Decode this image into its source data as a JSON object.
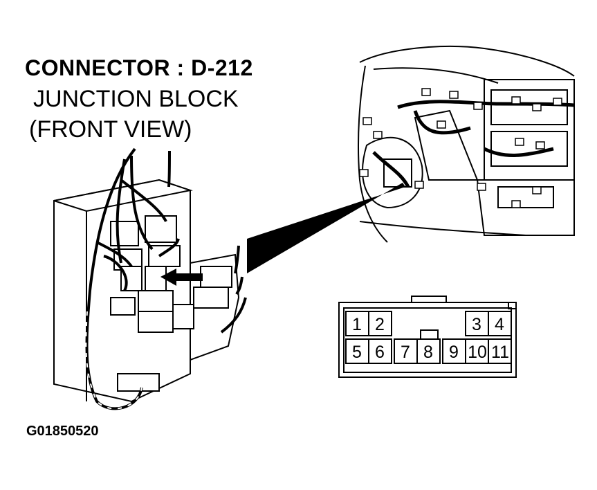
{
  "header": {
    "title": "CONNECTOR : D-212",
    "subtitle_line1": "JUNCTION BLOCK",
    "subtitle_line2": "(FRONT VIEW)"
  },
  "figure_code": "G01850520",
  "connector": {
    "pins": [
      {
        "label": "1"
      },
      {
        "label": "2"
      },
      {
        "label": "3"
      },
      {
        "label": "4"
      },
      {
        "label": "5"
      },
      {
        "label": "6"
      },
      {
        "label": "7"
      },
      {
        "label": "8"
      },
      {
        "label": "9"
      },
      {
        "label": "10"
      },
      {
        "label": "11"
      }
    ]
  },
  "icons": {
    "arrow": "left-arrow-icon",
    "pointer": "callout-pointer-icon"
  }
}
